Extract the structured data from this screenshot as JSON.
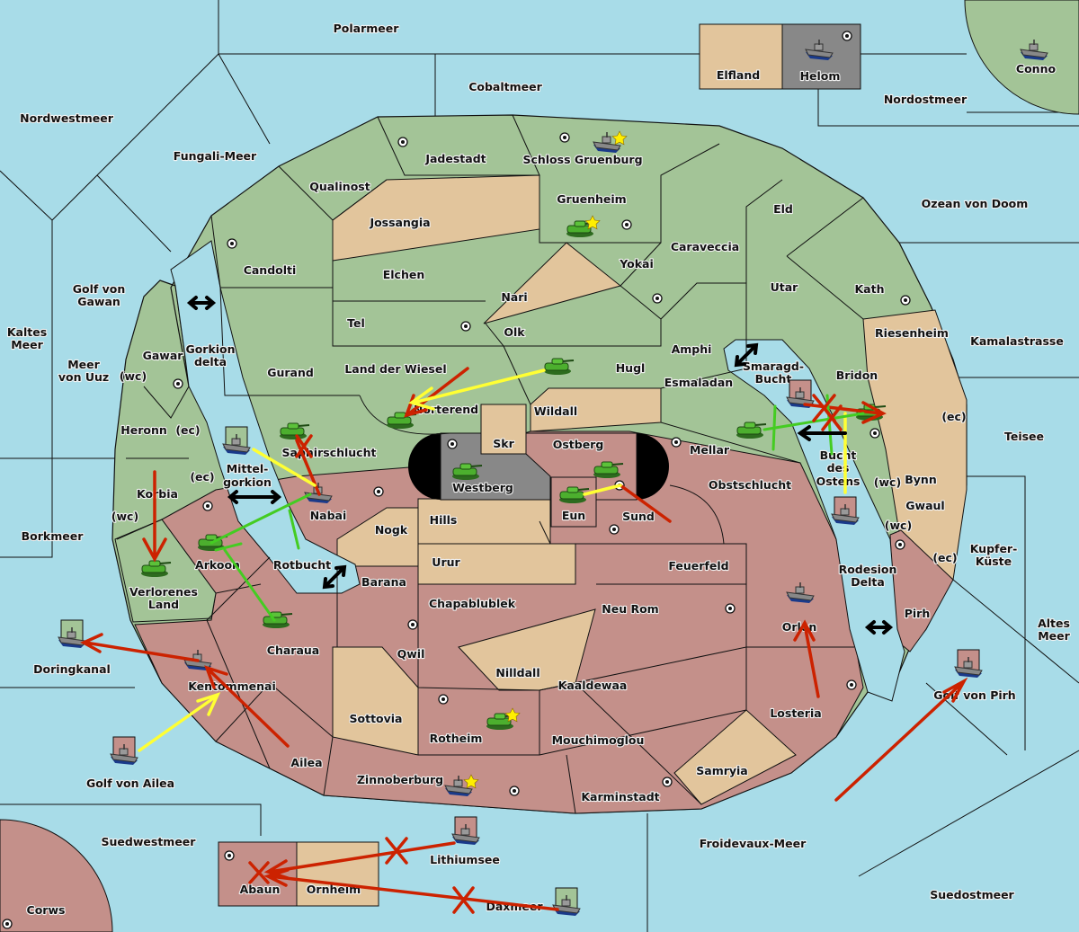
{
  "colors": {
    "sea": "#a8dce8",
    "neutral_land": "#a3c497",
    "tan_power": "#e2c59c",
    "pink_power": "#c4908a",
    "gray_power": "#888888",
    "move_order": "#cc2200",
    "support_order": "#ffff33",
    "convoy_or_support_green": "#44cc22"
  },
  "labels": [
    "Polarmeer",
    "Cobaltmeer",
    "Elfland",
    "Helom",
    "Conno",
    "Nordostmeer",
    "Nordwestmeer",
    "Fungali-Meer",
    "Jadestadt",
    "Schloss Gruenburg",
    "Qualinost",
    "Gruenheim",
    "Eld",
    "Ozean von Doom",
    "Jossangia",
    "Caraveccia",
    "Candolti",
    "Elchen",
    "Yokai",
    "Golf von",
    "Gawan",
    "Utar",
    "Kath",
    "Nari",
    "Tel",
    "Olk",
    "Kaltes",
    "Meer",
    "Riesenheim",
    "Kamalastrasse",
    "Gawar",
    "Gorkion",
    "delta",
    "Amphi",
    "Meer",
    "von Uuz",
    "(wc)",
    "Gurand",
    "Land der Wiesel",
    "Hugl",
    "Smaragd-",
    "Bucht",
    "Bridon",
    "Esmaladan",
    "Norterend",
    "Wildall",
    "(ec)",
    "Heronn",
    "(ec)",
    "Teisee",
    "Skr",
    "Ostberg",
    "Mellar",
    "Saphirschlucht",
    "Bucht",
    "des",
    "Ostens",
    "Mittel-",
    "gorkion",
    "(ec)",
    "Westberg",
    "Bynn",
    "(wc)",
    "Obstschlucht",
    "Korbia",
    "Nabai",
    "Eun",
    "Sund",
    "(wc)",
    "Gwaul",
    "Hills",
    "(wc)",
    "Nogk",
    "Borkmeer",
    "Kupfer-",
    "Küste",
    "(ec)",
    "Urur",
    "Arkoon",
    "Rotbucht",
    "Feuerfeld",
    "Rodesion",
    "Delta",
    "Barana",
    "Verlorenes",
    "Land",
    "Chapablublek",
    "Neu Rom",
    "Pirh",
    "Orlon",
    "Altes",
    "Meer",
    "Charaua",
    "Qwil",
    "Doringkanal",
    "Nilldall",
    "Kaaldewaa",
    "Kentommenai",
    "Golf von Pirh",
    "Losteria",
    "Sottovia",
    "Rotheim",
    "Mouchimoglou",
    "Ailea",
    "Samryia",
    "Zinnoberburg",
    "Golf von Ailea",
    "Karminstadt",
    "Suedwestmeer",
    "Froidevaux-Meer",
    "Lithiumsee",
    "Abaun",
    "Ornheim",
    "Suedostmeer",
    "Daxmeer",
    "Corws"
  ],
  "units": [
    {
      "type": "fleet",
      "territory": "Schloss Gruenburg"
    },
    {
      "type": "fleet",
      "territory": "Helom"
    },
    {
      "type": "fleet",
      "territory": "Conno"
    },
    {
      "type": "army",
      "territory": "Gruenheim"
    },
    {
      "type": "army",
      "territory": "Hugl"
    },
    {
      "type": "army",
      "territory": "Norterend"
    },
    {
      "type": "army",
      "territory": "Saphirschlucht"
    },
    {
      "type": "army",
      "territory": "Westberg"
    },
    {
      "type": "army",
      "territory": "Ostberg"
    },
    {
      "type": "army",
      "territory": "Eun"
    },
    {
      "type": "army",
      "territory": "Mellar"
    },
    {
      "type": "army",
      "territory": "Bridon"
    },
    {
      "type": "army",
      "territory": "Arkoon"
    },
    {
      "type": "army",
      "territory": "Verlorenes Land"
    },
    {
      "type": "army",
      "territory": "Charaua"
    },
    {
      "type": "army",
      "territory": "Rotheim"
    },
    {
      "type": "fleet",
      "territory": "Mittel-gorkion"
    },
    {
      "type": "fleet",
      "territory": "Nabai"
    },
    {
      "type": "fleet",
      "territory": "Smaragd-Bucht"
    },
    {
      "type": "fleet",
      "territory": "Bucht des Ostens"
    },
    {
      "type": "fleet",
      "territory": "Orlon"
    },
    {
      "type": "fleet",
      "territory": "Doringkanal"
    },
    {
      "type": "fleet",
      "territory": "Kentommenai"
    },
    {
      "type": "fleet",
      "territory": "Golf von Ailea"
    },
    {
      "type": "fleet",
      "territory": "Golf von Pirh"
    },
    {
      "type": "fleet",
      "territory": "Lithiumsee"
    },
    {
      "type": "fleet",
      "territory": "Daxmeer"
    },
    {
      "type": "fleet",
      "territory": "Zinnoberburg"
    }
  ]
}
